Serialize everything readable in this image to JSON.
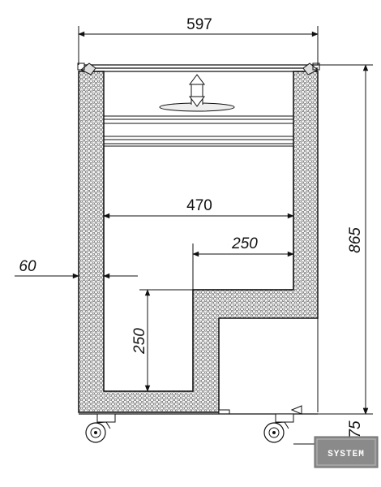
{
  "dimensions": {
    "overall_width": "597",
    "inner_width": "470",
    "step_width": "250",
    "step_height": "250",
    "wall_thickness": "60",
    "overall_height": "865",
    "wheel_height": "75"
  },
  "logo": {
    "text": "SYSTEM"
  },
  "colors": {
    "line": "#111111",
    "insulation_fill": "#f4f4f4",
    "insulation_cell": "#555555",
    "logo_bg": "#8a8a8a"
  }
}
